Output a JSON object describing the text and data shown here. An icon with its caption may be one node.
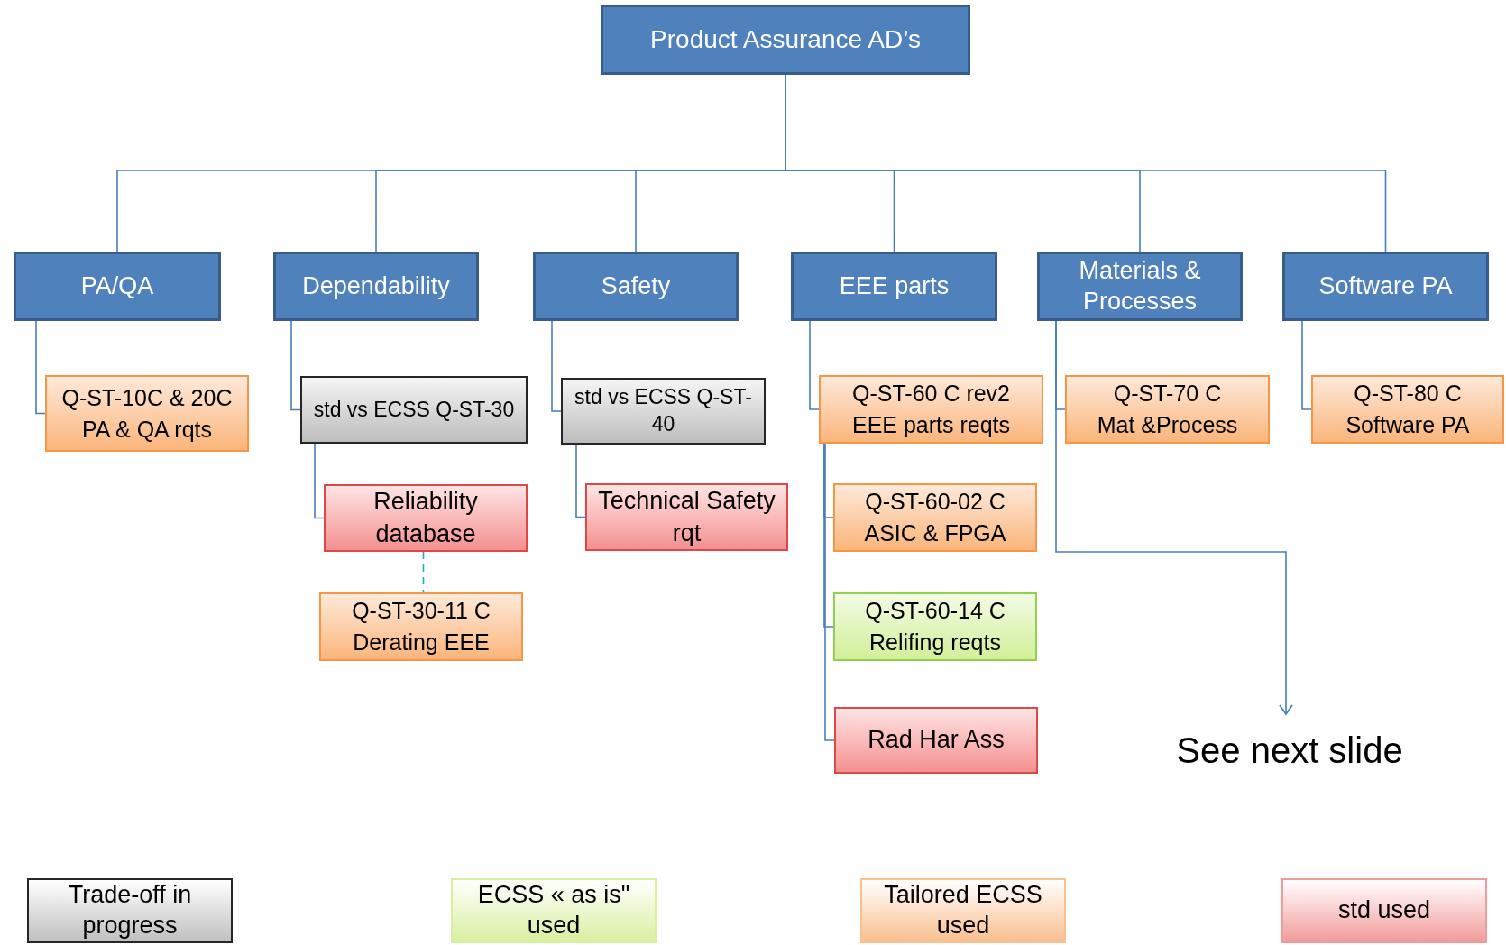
{
  "diagram": {
    "nodes": [
      {
        "text": [
          "Product Assurance AD’s"
        ]
      },
      {
        "text": [
          "PA/QA"
        ]
      },
      {
        "text": [
          "Dependability"
        ]
      },
      {
        "text": [
          "Safety"
        ]
      },
      {
        "text": [
          "EEE parts"
        ]
      },
      {
        "text": [
          "Materials & Processes"
        ]
      },
      {
        "text": [
          "Software PA"
        ]
      },
      {
        "text": [
          "Q-ST-10C & 20C",
          "PA & QA rqts"
        ]
      },
      {
        "text": [
          "std vs ECSS Q-ST-30"
        ]
      },
      {
        "text": [
          "Reliability database"
        ]
      },
      {
        "text": [
          "Q-ST-30-11 C",
          "Derating EEE"
        ]
      },
      {
        "text": [
          "std vs ECSS Q-ST-40"
        ]
      },
      {
        "text": [
          "Technical Safety rqt"
        ]
      },
      {
        "text": [
          "Q-ST-60 C rev2",
          "EEE parts reqts"
        ]
      },
      {
        "text": [
          "Q-ST-60-02 C",
          "ASIC & FPGA"
        ]
      },
      {
        "text": [
          "Q-ST-60-14 C",
          "Relifing reqts"
        ]
      },
      {
        "text": [
          "Rad Har Ass"
        ]
      },
      {
        "text": [
          "Q-ST-70 C",
          "Mat &Process"
        ]
      },
      {
        "text": [
          "Q-ST-80 C",
          "Software PA"
        ]
      },
      {
        "text": [
          "See next slide"
        ]
      }
    ],
    "edges": [
      {
        "from": 0,
        "to": 1,
        "arrow": "none"
      },
      {
        "from": 0,
        "to": 2,
        "arrow": "none"
      },
      {
        "from": 0,
        "to": 3,
        "arrow": "none"
      },
      {
        "from": 0,
        "to": 4,
        "arrow": "none"
      },
      {
        "from": 0,
        "to": 5,
        "arrow": "none"
      },
      {
        "from": 0,
        "to": 6,
        "arrow": "none"
      },
      {
        "from": 1,
        "to": 7,
        "arrow": "none"
      },
      {
        "from": 2,
        "to": 8,
        "arrow": "none"
      },
      {
        "from": 8,
        "to": 9,
        "arrow": "none"
      },
      {
        "from": 9,
        "to": 10,
        "arrow": "none",
        "style": "dashed",
        "color": "#20b0a0"
      },
      {
        "from": 3,
        "to": 11,
        "arrow": "none"
      },
      {
        "from": 11,
        "to": 12,
        "arrow": "none"
      },
      {
        "from": 4,
        "to": 13,
        "arrow": "none"
      },
      {
        "from": 13,
        "to": 14,
        "arrow": "none"
      },
      {
        "from": 13,
        "to": 15,
        "arrow": "none"
      },
      {
        "from": 13,
        "to": 16,
        "arrow": "none"
      },
      {
        "from": 5,
        "to": 17,
        "arrow": "none"
      },
      {
        "from": 5,
        "to": 19,
        "arrow": "to"
      },
      {
        "from": 6,
        "to": 18,
        "arrow": "none"
      }
    ],
    "legend": [
      {
        "text": "Trade-off in progress",
        "color": "#bfbfbf"
      },
      {
        "text": "ECSS « as is\" used",
        "color": "#d7f0a0"
      },
      {
        "text": "Tailored ECSS used",
        "color": "#fac090"
      },
      {
        "text": "std used",
        "color": "#f29b9b"
      }
    ]
  }
}
